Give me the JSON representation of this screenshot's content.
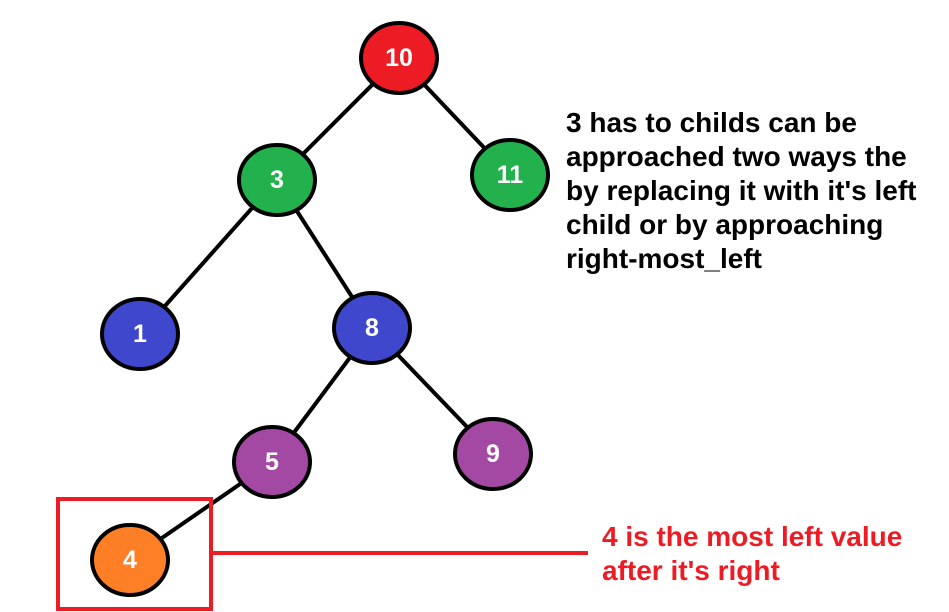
{
  "colors": {
    "red": "#ed1c24",
    "green": "#22b14c",
    "blue": "#3f48cc",
    "purple": "#a349a4",
    "orange": "#ff7f27",
    "outline": "#000000",
    "highlight": "#ed1c24"
  },
  "tree": {
    "nodes": [
      {
        "id": "n10",
        "label": "10",
        "color": "red"
      },
      {
        "id": "n3",
        "label": "3",
        "color": "green"
      },
      {
        "id": "n11",
        "label": "11",
        "color": "green"
      },
      {
        "id": "n1",
        "label": "1",
        "color": "blue"
      },
      {
        "id": "n8",
        "label": "8",
        "color": "blue"
      },
      {
        "id": "n5",
        "label": "5",
        "color": "purple"
      },
      {
        "id": "n9",
        "label": "9",
        "color": "purple"
      },
      {
        "id": "n4",
        "label": "4",
        "color": "orange"
      }
    ],
    "edges": [
      [
        "n10",
        "n3"
      ],
      [
        "n10",
        "n11"
      ],
      [
        "n3",
        "n1"
      ],
      [
        "n3",
        "n8"
      ],
      [
        "n8",
        "n5"
      ],
      [
        "n8",
        "n9"
      ],
      [
        "n5",
        "n4"
      ]
    ]
  },
  "annotations": {
    "top_note": "3 has to childs can be\napproached two ways the\nby replacing it with it's left\nchild or by approaching\nright-most_left",
    "bottom_note": "4 is the most left value\nafter it's right"
  }
}
